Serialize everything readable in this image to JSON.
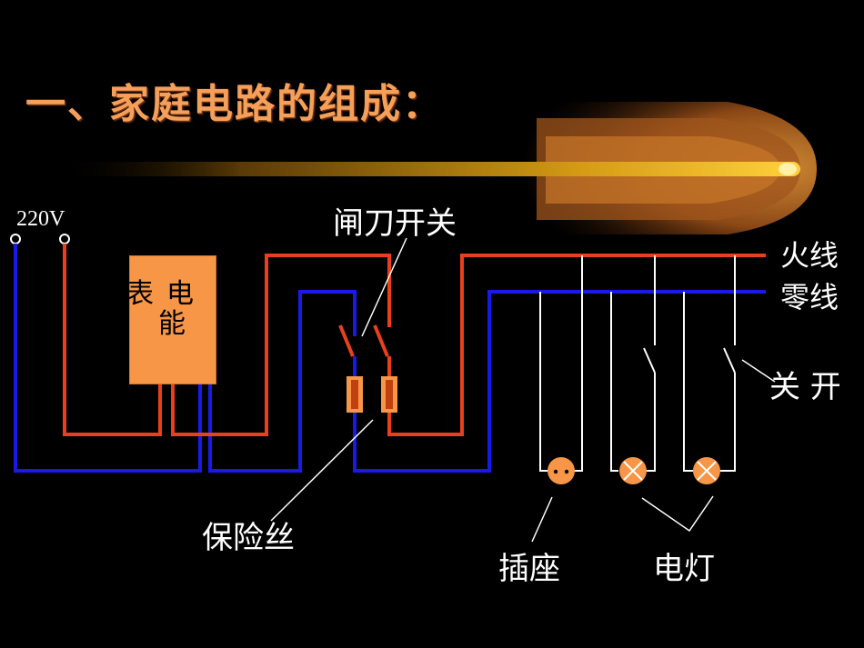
{
  "title": "一、家庭电路的组成：",
  "labels": {
    "voltage": "220V",
    "knife_switch": "闸刀开关",
    "live_wire": "火线",
    "neutral_wire": "零线",
    "switch": "关 开",
    "fuse": "保险丝",
    "socket": "插座",
    "lamp": "电灯",
    "meter_line1": "表电",
    "meter_line2": "能"
  },
  "colors": {
    "background": "#000000",
    "title": "#f5a05a",
    "live": "#e8401c",
    "neutral": "#1a1ae6",
    "meter": "#f79646",
    "lamp": "#f79646",
    "wire_white": "#ffffff"
  }
}
